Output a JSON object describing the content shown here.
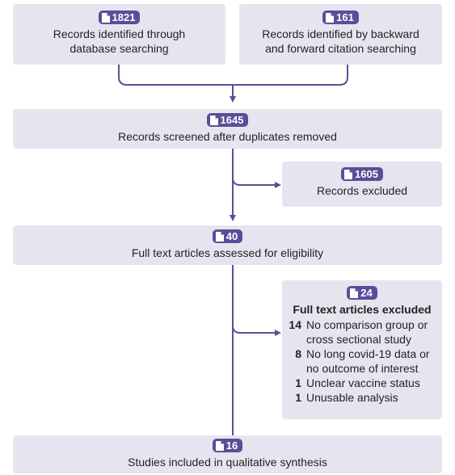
{
  "colors": {
    "box_fill": "#e6e5ef",
    "badge_fill": "#5c4d9a",
    "arrow": "#5c4d9a"
  },
  "icons": {
    "badge_icon": "document-icon"
  },
  "boxes": {
    "database_search": {
      "count": "1821",
      "label": "Records identified through database searching"
    },
    "citation_search": {
      "count": "161",
      "label": "Records identified by backward and forward citation searching"
    },
    "screened": {
      "count": "1645",
      "label": "Records screened after duplicates removed"
    },
    "excluded_records": {
      "count": "1605",
      "label": "Records excluded"
    },
    "full_text_assessed": {
      "count": "40",
      "label": "Full text articles assessed for eligibility"
    },
    "full_text_excluded": {
      "count": "24",
      "title": "Full text articles excluded",
      "reasons": [
        {
          "count": "14",
          "text": "No comparison group or cross sectional study"
        },
        {
          "count": "8",
          "text": "No long covid-19 data or no outcome of interest"
        },
        {
          "count": "1",
          "text": "Unclear vaccine status"
        },
        {
          "count": "1",
          "text": "Unusable analysis"
        }
      ]
    },
    "included": {
      "count": "16",
      "label": "Studies included in qualitative synthesis"
    }
  }
}
